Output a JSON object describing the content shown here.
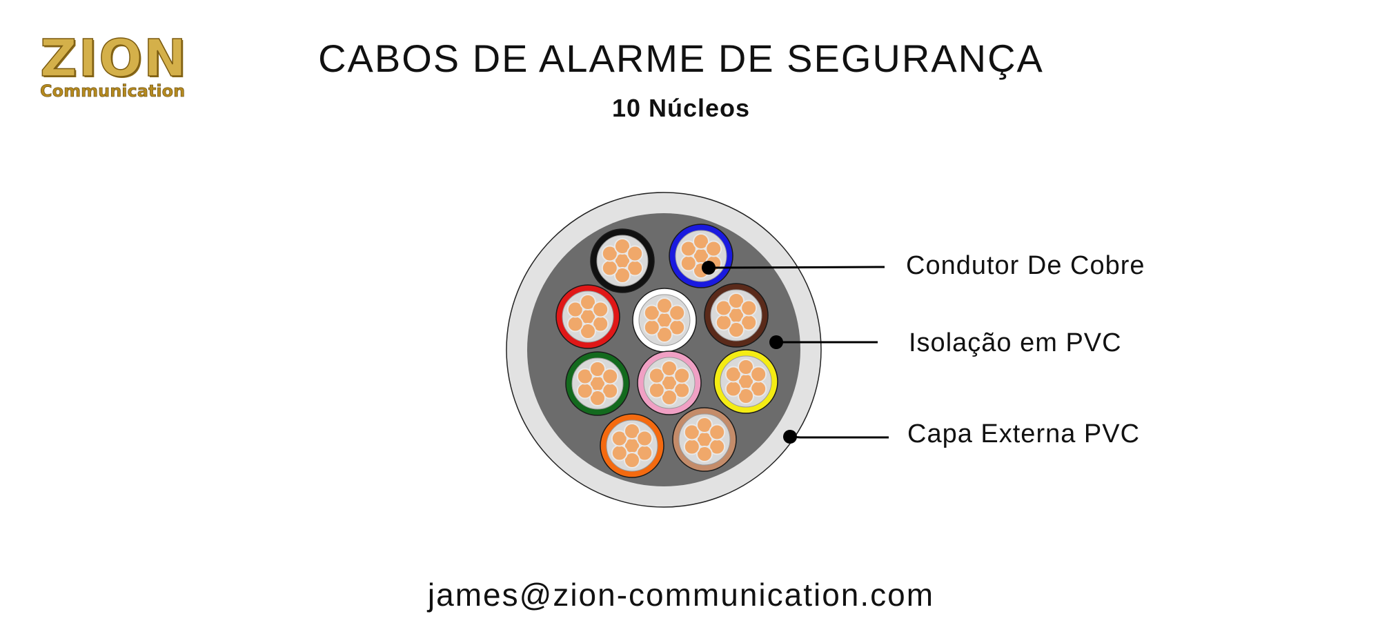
{
  "brand": {
    "logo_word": "ZION",
    "logo_sub": "Communication",
    "logo_gold": "#d4b04a"
  },
  "header": {
    "title": "CABOS DE ALARME DE SEGURANÇA",
    "subtitle": "10 Núcleos"
  },
  "cable": {
    "outer_sheath_color": "#e2e2e2",
    "filler_color": "#6c6c6c",
    "copper_color": "#f0a86a",
    "cores": [
      {
        "name": "black",
        "color": "#111111"
      },
      {
        "name": "blue",
        "color": "#1a1adf"
      },
      {
        "name": "red",
        "color": "#e01818"
      },
      {
        "name": "white",
        "color": "#ffffff"
      },
      {
        "name": "brown",
        "color": "#5a2a1a"
      },
      {
        "name": "green",
        "color": "#136a1e"
      },
      {
        "name": "pink",
        "color": "#f0a0c4"
      },
      {
        "name": "yellow",
        "color": "#f4ec14"
      },
      {
        "name": "orange",
        "color": "#f46a10"
      },
      {
        "name": "tan",
        "color": "#c48c6a"
      }
    ]
  },
  "callouts": [
    {
      "id": "copper",
      "label": "Condutor De Cobre"
    },
    {
      "id": "insulation",
      "label": "Isolação em PVC"
    },
    {
      "id": "sheath",
      "label": "Capa Externa PVC"
    }
  ],
  "footer": {
    "email": "james@zion-communication.com"
  }
}
